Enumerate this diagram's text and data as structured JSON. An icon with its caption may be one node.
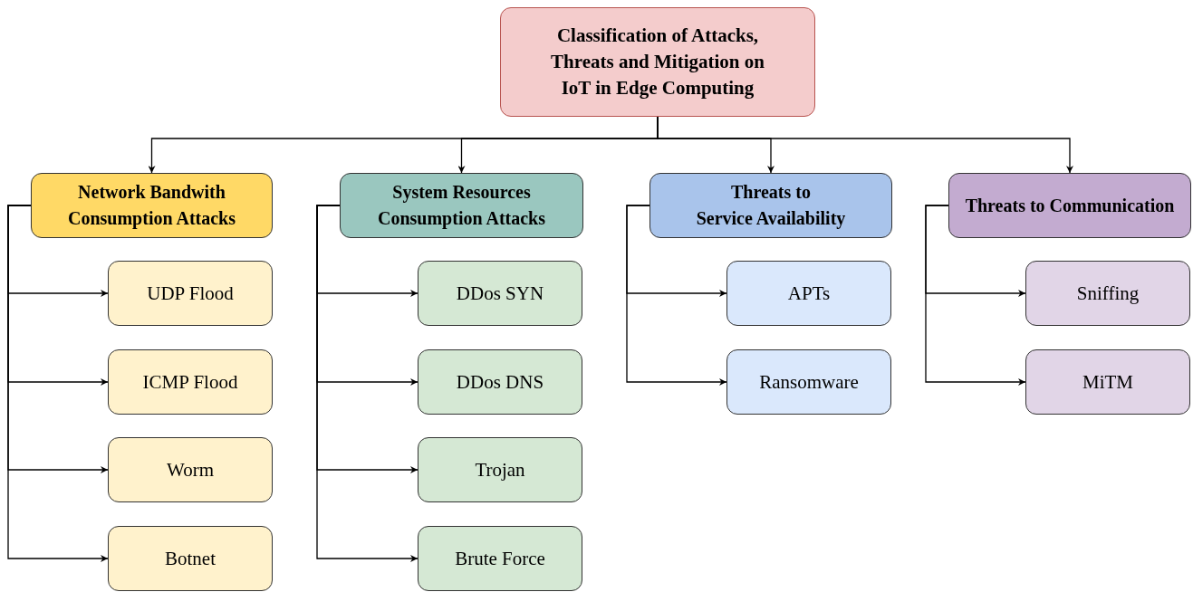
{
  "diagram": {
    "nodes": [
      {
        "text": [
          "Classification of Attacks, Threats and Mitigation on IoT in Edge Computing"
        ]
      },
      {
        "text": [
          "Network Bandwith Consumption Attacks"
        ]
      },
      {
        "text": [
          "UDP Flood"
        ]
      },
      {
        "text": [
          "ICMP Flood"
        ]
      },
      {
        "text": [
          "Worm"
        ]
      },
      {
        "text": [
          "Botnet"
        ]
      },
      {
        "text": [
          "System Resources Consumption Attacks"
        ]
      },
      {
        "text": [
          "DDos SYN"
        ]
      },
      {
        "text": [
          "DDos DNS"
        ]
      },
      {
        "text": [
          "Trojan"
        ]
      },
      {
        "text": [
          "Brute Force"
        ]
      },
      {
        "text": [
          "Threats to Service Availability"
        ]
      },
      {
        "text": [
          "APTs"
        ]
      },
      {
        "text": [
          "Ransomware"
        ]
      },
      {
        "text": [
          "Threats to Communication"
        ]
      },
      {
        "text": [
          "Sniffing"
        ]
      },
      {
        "text": [
          "MiTM"
        ]
      }
    ],
    "edges": [
      {
        "from": 0,
        "to": 1,
        "arrow": "to"
      },
      {
        "from": 0,
        "to": 6,
        "arrow": "to"
      },
      {
        "from": 0,
        "to": 11,
        "arrow": "to"
      },
      {
        "from": 0,
        "to": 14,
        "arrow": "to"
      },
      {
        "from": 1,
        "to": 2,
        "arrow": "to"
      },
      {
        "from": 1,
        "to": 3,
        "arrow": "to"
      },
      {
        "from": 1,
        "to": 4,
        "arrow": "to"
      },
      {
        "from": 1,
        "to": 5,
        "arrow": "to"
      },
      {
        "from": 6,
        "to": 7,
        "arrow": "to"
      },
      {
        "from": 6,
        "to": 8,
        "arrow": "to"
      },
      {
        "from": 6,
        "to": 9,
        "arrow": "to"
      },
      {
        "from": 6,
        "to": 10,
        "arrow": "to"
      },
      {
        "from": 11,
        "to": 12,
        "arrow": "to"
      },
      {
        "from": 11,
        "to": 13,
        "arrow": "to"
      },
      {
        "from": 14,
        "to": 15,
        "arrow": "to"
      },
      {
        "from": 14,
        "to": 16,
        "arrow": "to"
      }
    ]
  }
}
